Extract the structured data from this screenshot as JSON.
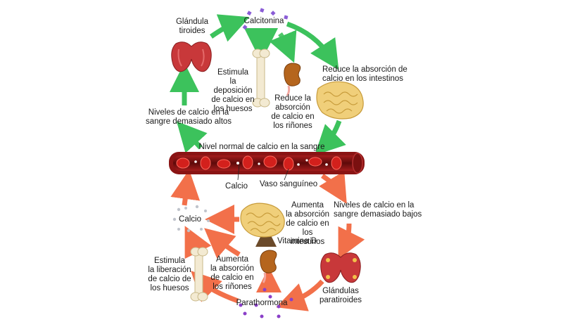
{
  "labels": {
    "thyroid": "Glándula\ntiroides",
    "calcitonin": "Calcitonina",
    "reduce_intestine": "Reduce la absorción de\ncalcio en los intestinos",
    "stimulate_deposition": "Estimula\nla deposición\nde calcio en\nlos huesos",
    "reduce_kidney": "Reduce la\nabsorción\nde calcio en\nlos riñones",
    "high_levels": "Niveles de calcio en la\nsangre demasiado altos",
    "normal_level": "Nivel normal de calcio en la sangre",
    "calcium_vessel": "Calcio",
    "blood_vessel": "Vaso sanguíneo",
    "low_levels": "Niveles de calcio en la\nsangre demasiado bajos",
    "increase_intestine": "Aumenta\nla absorción\nde calcio en\nlos intestinos",
    "vitamin_d": "Vitamina D",
    "calcium_released": "Calcio",
    "stimulate_release": "Estimula\nla liberación\nde calcio de\nlos huesos",
    "increase_kidney": "Aumenta\nla absorción\nde calcio en\nlos riñones",
    "parathyroid": "Glándulas\nparatiroides",
    "parathormone": "Parathormona"
  },
  "colors": {
    "green_arrow": "#3cc25c",
    "orange_arrow": "#f2704a",
    "vessel_outer": "#8a1414",
    "vessel_inner": "#6a0c0c",
    "red_cell": "#d3201c",
    "thyroid": "#c8383a",
    "intestine": "#f0cf7a",
    "kidney": "#b5651d",
    "bone": "#f3ead2",
    "calcitonin_dot": "#8a5cd6",
    "parathormone_dot": "#8a3fc8"
  }
}
